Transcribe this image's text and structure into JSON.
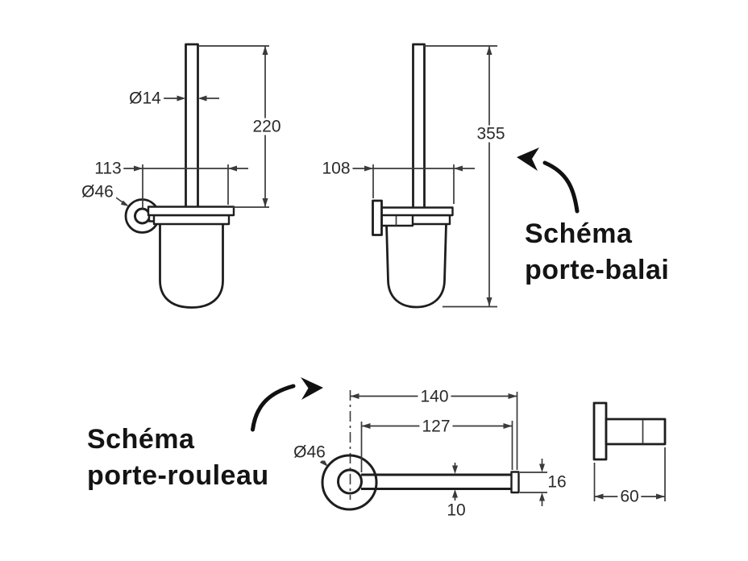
{
  "page": {
    "background": "#ffffff",
    "line_color": "#1e1e1e",
    "dimension_color": "#3a3a3a",
    "text_color": "#141414"
  },
  "brush_holder": {
    "caption": {
      "line1": "Schéma",
      "line2": "porte-balai"
    },
    "dims": {
      "handle_diameter": "Ø14",
      "handle_length": "220",
      "front_width": "113",
      "rosette_diameter": "Ø46",
      "side_depth": "108",
      "total_height": "355"
    }
  },
  "roll_holder": {
    "caption": {
      "line1": "Schéma",
      "line2": "porte-rouleau"
    },
    "dims": {
      "overall_length": "140",
      "bar_length": "127",
      "rosette_diameter": "Ø46",
      "bar_thickness": "10",
      "end_stop_height": "16",
      "side_depth": "60"
    }
  }
}
